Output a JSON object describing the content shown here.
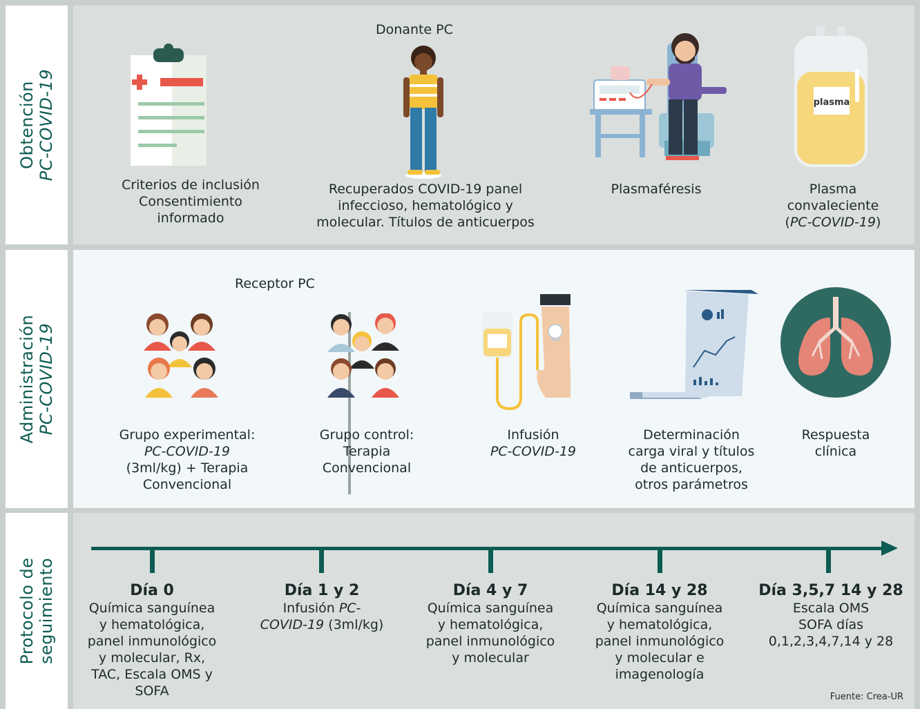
{
  "sections": {
    "obtencion": {
      "side_line1": "Obtención",
      "side_line2": "PC-COVID-19",
      "donor_title": "Donante PC",
      "items": [
        {
          "lines": [
            "Criterios de inclusión",
            "Consentimiento",
            "informado"
          ]
        },
        {
          "lines": [
            "Recuperados COVID-19  panel",
            "infeccioso, hematológico y",
            "molecular. Títulos de anticuerpos"
          ]
        },
        {
          "lines": [
            "Plasmaféresis"
          ]
        },
        {
          "line1": "Plasma",
          "line2": "convaleciente",
          "line3_pre": "(",
          "line3_it": "PC-COVID-19",
          "line3_post": ")"
        }
      ],
      "bag_label": "plasma"
    },
    "administracion": {
      "side_line1": "Administración",
      "side_line2": "PC-COVID-19",
      "receptor_title": "Receptor PC",
      "items": [
        {
          "line1": "Grupo experimental:",
          "line2_it": "PC-COVID-19",
          "line3": "(3ml/kg) + Terapia",
          "line4": "Convencional"
        },
        {
          "lines": [
            "Grupo control:",
            "Terapia",
            "Convencional"
          ]
        },
        {
          "line1": "Infusión",
          "line2_it": "PC-COVID-19"
        },
        {
          "lines": [
            "Determinación",
            "carga viral y títulos",
            "de anticuerpos,",
            "otros parámetros"
          ]
        },
        {
          "lines": [
            "Respuesta",
            "clínica"
          ]
        }
      ]
    },
    "seguimiento": {
      "side_line1": "Protocolo de",
      "side_line2": "seguimiento",
      "days": [
        {
          "title": "Día 0",
          "lines": [
            "Química sanguínea",
            "y hematológica,",
            "panel inmunológico",
            "y molecular, Rx,",
            "TAC, Escala OMS y",
            "SOFA"
          ]
        },
        {
          "title": "Día 1 y 2",
          "l1_pre": "Infusión ",
          "l1_it": "PC-",
          "l2_it": "COVID-19",
          "l2_post": " (3ml/kg)"
        },
        {
          "title": "Día 4 y 7",
          "lines": [
            "Química sanguínea",
            "y hematológica,",
            "panel inmunológico",
            "y molecular"
          ]
        },
        {
          "title": "Día 14 y 28",
          "lines": [
            "Química sanguínea",
            "y hematológica,",
            "panel inmunológico",
            "y molecular e",
            "imagenología"
          ]
        },
        {
          "title": "Día 3,5,7 14 y 28",
          "lines": [
            "Escala OMS",
            "SOFA días",
            "0,1,2,3,4,7,14 y 28"
          ]
        }
      ],
      "source": "Fuente: Crea-UR"
    }
  },
  "icons": [
    "clipboard-icon",
    "donor-person-icon",
    "plasmapheresis-icon",
    "plasma-bag-icon",
    "experimental-group-icon",
    "control-group-icon",
    "infusion-icon",
    "report-chart-icon",
    "lungs-icon"
  ],
  "colors": {
    "teal": "#0d5c53",
    "grey_panel": "#dadfdd",
    "light_panel": "#f2f7fa",
    "red": "#e8584a",
    "yellow": "#f7d77c"
  }
}
